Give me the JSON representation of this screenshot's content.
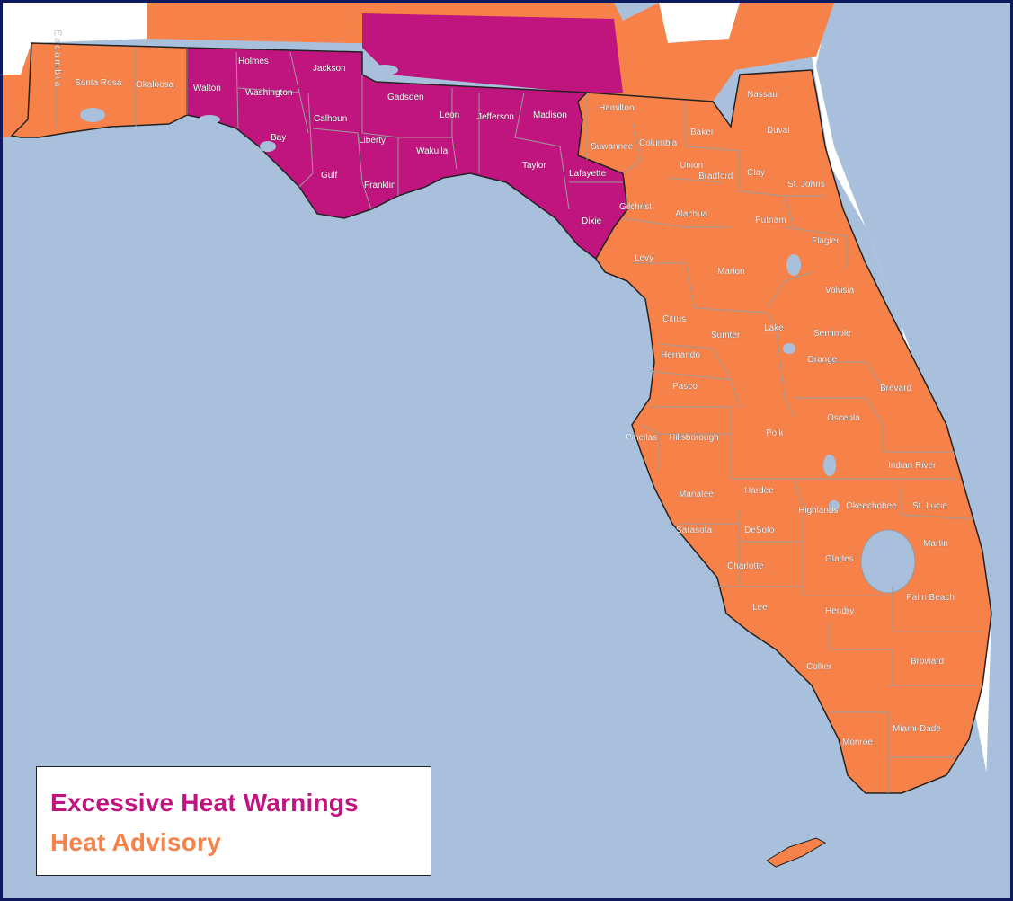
{
  "legend": {
    "warning": {
      "label": "Excessive Heat Warnings",
      "color": "#c0157f"
    },
    "advisory": {
      "label": "Heat Advisory",
      "color": "#f6824a"
    }
  },
  "colors": {
    "water": "#a8c0dc",
    "land_unaffected": "#ffffff",
    "county_border": "#9a9a9a",
    "state_border": "#222222"
  },
  "counties": {
    "escambia": "E s c a m b i a",
    "santa_rosa": "Santa Rosa",
    "okaloosa": "Okaloosa",
    "walton": "Walton",
    "holmes": "Holmes",
    "washington": "Washington",
    "jackson": "Jackson",
    "calhoun": "Calhoun",
    "bay": "Bay",
    "gulf": "Gulf",
    "liberty": "Liberty",
    "gadsden": "Gadsden",
    "leon": "Leon",
    "wakulla": "Wakulla",
    "franklin": "Franklin",
    "jefferson": "Jefferson",
    "madison": "Madison",
    "taylor": "Taylor",
    "lafayette": "Lafayette",
    "dixie": "Dixie",
    "hamilton": "Hamilton",
    "suwannee": "Suwannee",
    "columbia": "Columbia",
    "baker": "Baker",
    "nassau": "Nassau",
    "duval": "Duval",
    "union": "Union",
    "bradford": "Bradford",
    "clay": "Clay",
    "st_johns": "St. Johns",
    "gilchrist": "Gilchrist",
    "alachua": "Alachua",
    "putnam": "Putnam",
    "flagler": "Flagler",
    "levy": "Levy",
    "marion": "Marion",
    "volusia": "Volusia",
    "citrus": "Citrus",
    "sumter": "Sumter",
    "lake": "Lake",
    "seminole": "Seminole",
    "orange": "Orange",
    "hernando": "Hernando",
    "pasco": "Pasco",
    "brevard": "Brevard",
    "osceola": "Osceola",
    "pinellas": "Pinellas",
    "hillsborough": "Hillsborough",
    "polk": "Polk",
    "indian_river": "Indian River",
    "manatee": "Manatee",
    "hardee": "Hardee",
    "highlands": "Highlands",
    "okeechobee": "Okeechobee",
    "st_lucie": "St. Lucie",
    "sarasota": "Sarasota",
    "desoto": "DeSoto",
    "martin": "Martin",
    "charlotte": "Charlotte",
    "glades": "Glades",
    "lee": "Lee",
    "hendry": "Hendry",
    "palm_beach": "Palm Beach",
    "collier": "Collier",
    "broward": "Broward",
    "monroe": "Monroe",
    "miami_dade": "Miami-Dade"
  }
}
